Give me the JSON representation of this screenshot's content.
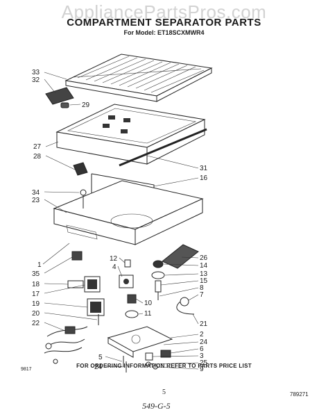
{
  "watermark": "AppliancePartsPros.com",
  "title": "COMPARTMENT SEPARATOR PARTS",
  "subtitle": "For Model: ET18SCXMWR4",
  "footer_note": "FOR ORDERING INFORMATION REFER TO PARTS PRICE LIST",
  "page_number": "5",
  "handwritten_note": "549-G-5",
  "corner_code_left": "9817",
  "corner_code_right": "789271",
  "callouts": {
    "c33": "33",
    "c32": "32",
    "c29": "29",
    "c27": "27",
    "c28": "28",
    "c31": "31",
    "c16": "16",
    "c34": "34",
    "c23": "23",
    "c1": "1",
    "c35": "35",
    "c18": "18",
    "c17": "17",
    "c19": "19",
    "c20": "20",
    "c22": "22",
    "c5": "5",
    "c24a": "24",
    "c12": "12",
    "c4": "4",
    "c26": "26",
    "c14": "14",
    "c13": "13",
    "c15": "15",
    "c8": "8",
    "c7": "7",
    "c10": "10",
    "c11": "11",
    "c21": "21",
    "c2": "2",
    "c24b": "24",
    "c6": "6",
    "c3": "3",
    "c25": "25",
    "c9": "9"
  }
}
